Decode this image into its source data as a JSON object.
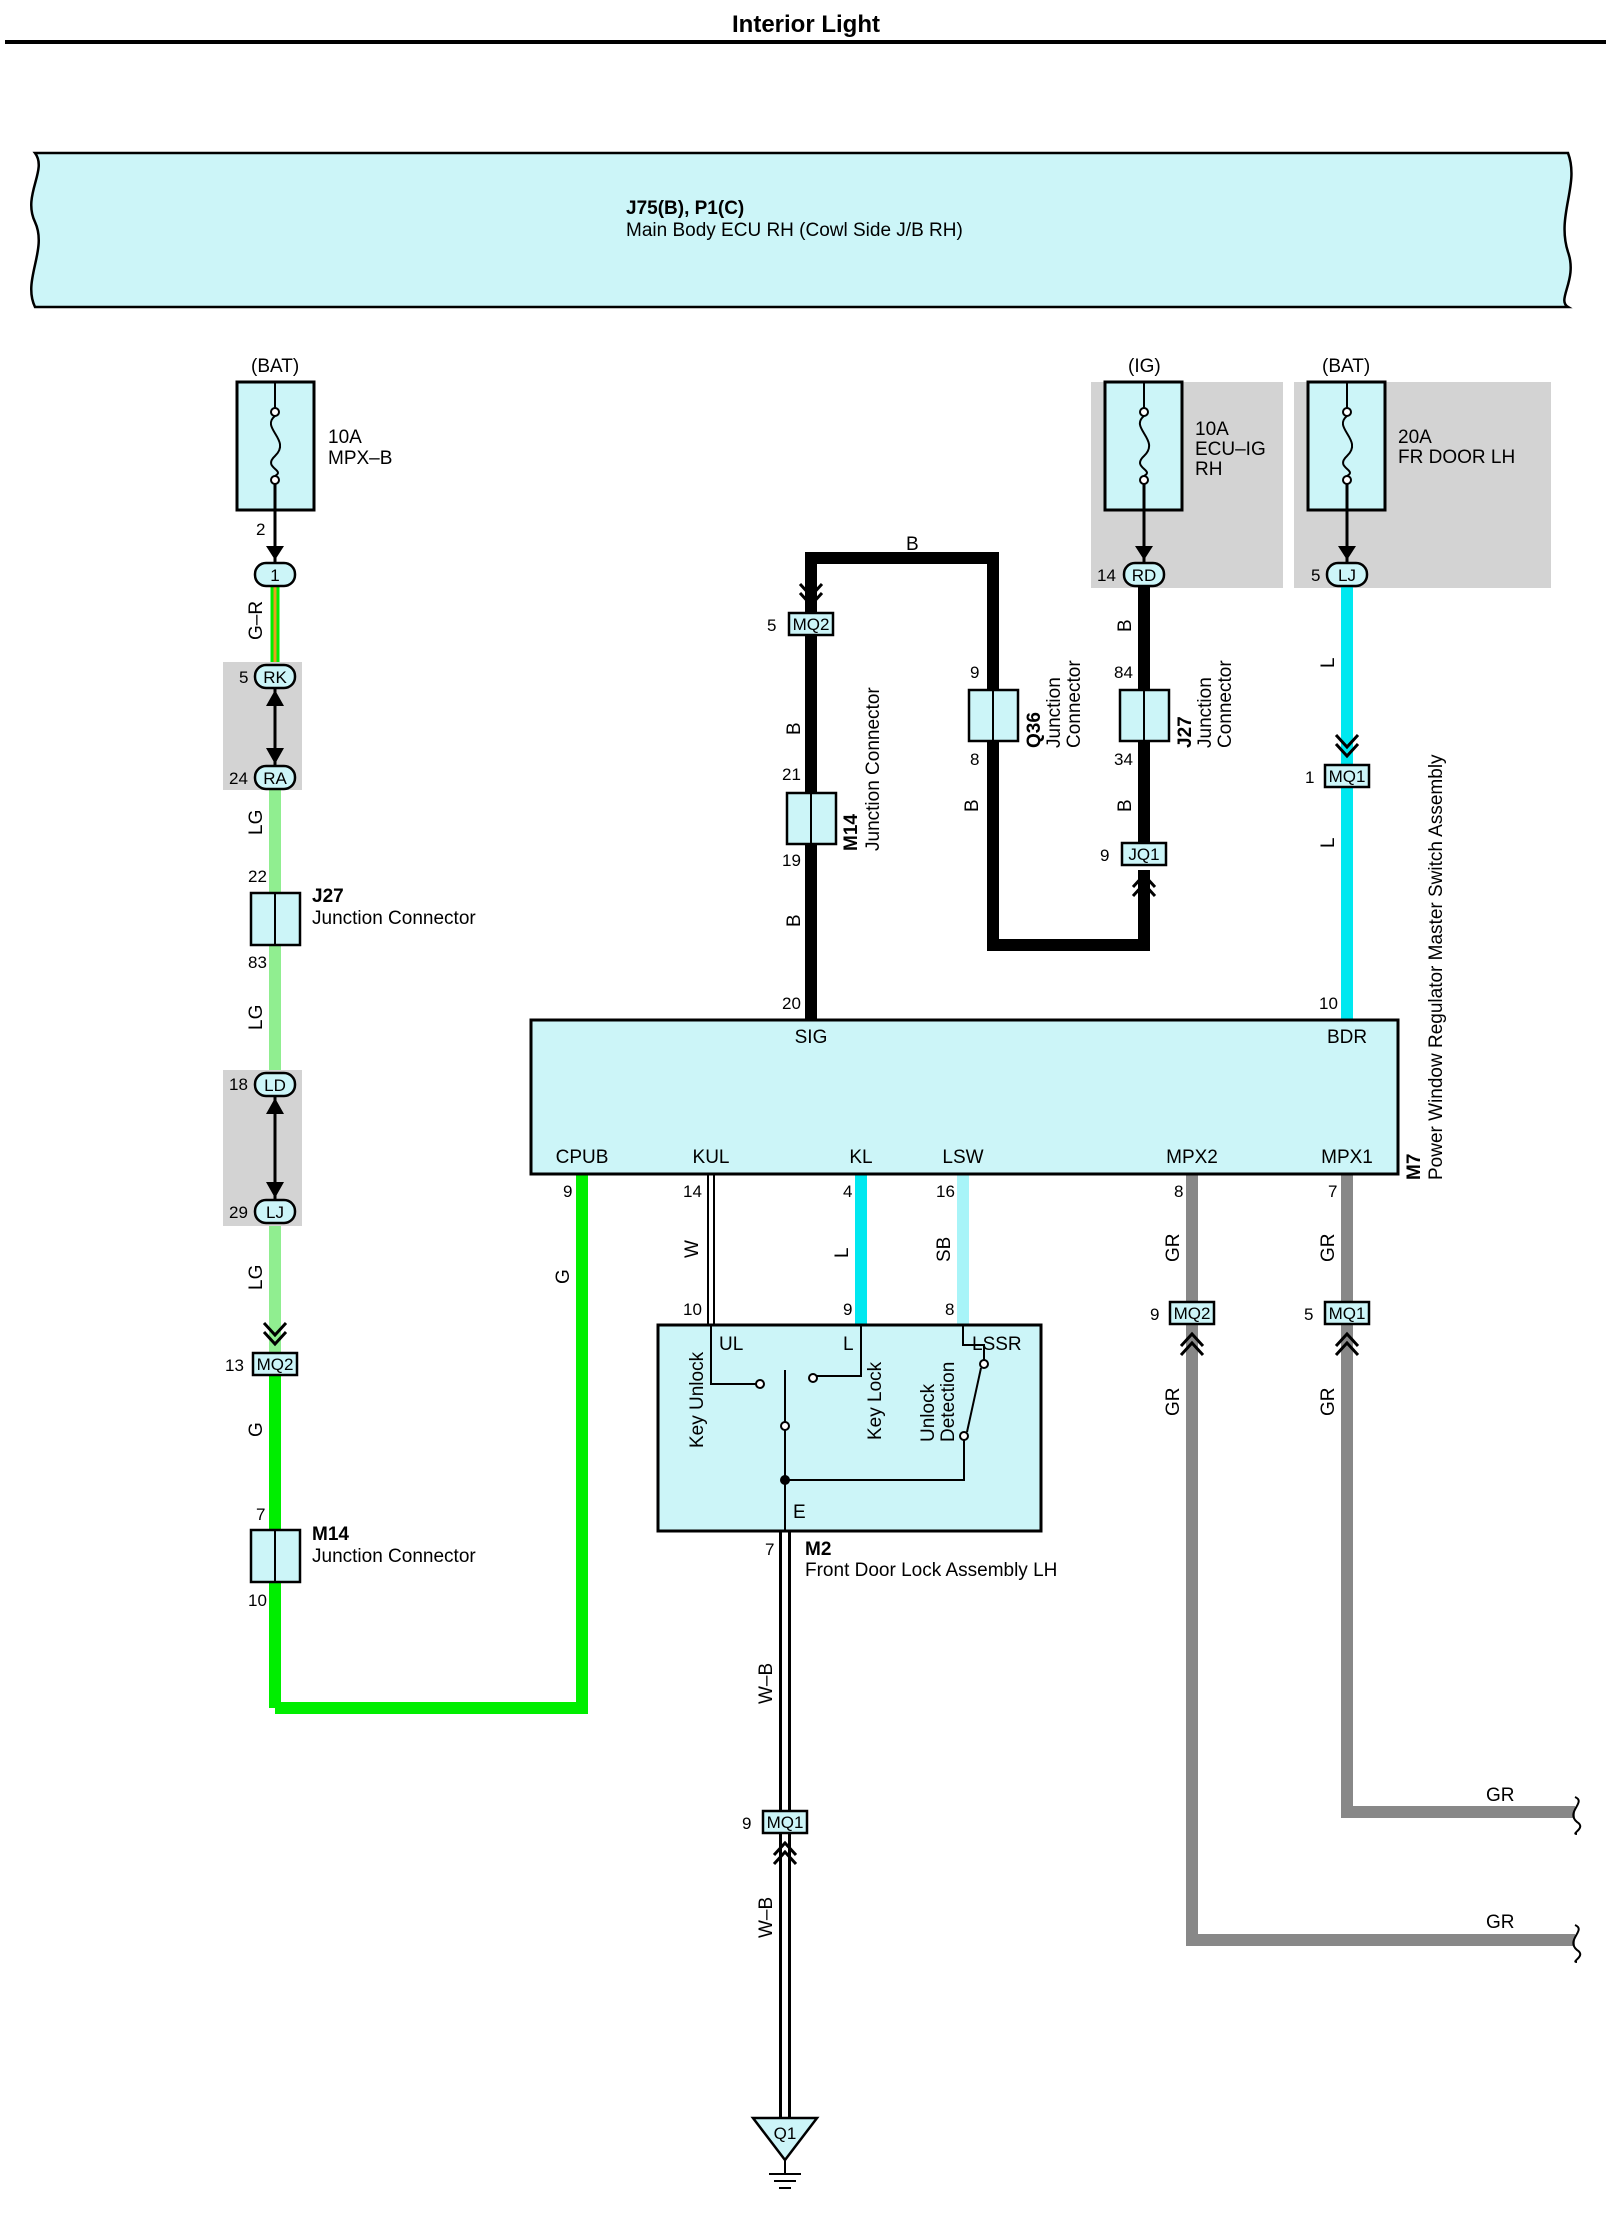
{
  "title": "Interior Light",
  "colors": {
    "wire_b": "#000000",
    "wire_lg": "#90ee90",
    "wire_g": "#00ee00",
    "wire_l": "#00e8f0",
    "wire_sb": "#a8f4f8",
    "wire_gr": "#888888",
    "wire_w": "#ffffff",
    "wire_gr_stripe": "#e8a020",
    "component_fill": "#ccf5f8",
    "highlight_fill": "#d3d3d3"
  },
  "ecu": {
    "codes": "J75(B), P1(C)",
    "name": "Main Body ECU RH (Cowl Side J/B RH)"
  },
  "fuses": [
    {
      "supply": "(BAT)",
      "amp": "10A",
      "name_lines": [
        "MPX–B"
      ]
    },
    {
      "supply": "(IG)",
      "amp": "10A",
      "name_lines": [
        "ECU–IG",
        "RH"
      ]
    },
    {
      "supply": "(BAT)",
      "amp": "20A",
      "name_lines": [
        "FR DOOR LH"
      ]
    }
  ],
  "connectors": {
    "c1": "1",
    "rk": "RK",
    "ra": "RA",
    "ld": "LD",
    "lj_left": "LJ",
    "mq2_left": "MQ2",
    "mq2_top": "MQ2",
    "rd": "RD",
    "lj_right": "LJ",
    "mq1_right": "MQ1",
    "jq1": "JQ1",
    "mq2_low": "MQ2",
    "mq1_low": "MQ1",
    "mq1_bottom": "MQ1",
    "q1": "Q1"
  },
  "pins": {
    "fuse1_out": "2",
    "rk": "5",
    "ra": "24",
    "j27l_in": "22",
    "j27l_out": "83",
    "ld": "18",
    "lj_left": "29",
    "mq2_left": "13",
    "m14l_in": "7",
    "m14l_out": "10",
    "mq2_top": "5",
    "m14c_in": "21",
    "m14c_out": "19",
    "m7_sig": "20",
    "q36_in": "9",
    "q36_out": "8",
    "rd": "14",
    "j27r_in": "84",
    "j27r_out": "34",
    "jq1": "9",
    "lj_right": "5",
    "mq1_right": "1",
    "m7_bdr": "10",
    "cpub": "9",
    "kul": "14",
    "kl": "4",
    "lsw": "16",
    "mpx2": "8",
    "mpx1": "7",
    "m2_ul": "10",
    "m2_l": "9",
    "m2_lssr": "8",
    "m2_e": "7",
    "mq2_low": "9",
    "mq1_low": "5",
    "mq1_bottom": "9"
  },
  "wires": {
    "gr_orange": "G–R",
    "lg_1": "LG",
    "lg_2": "LG",
    "lg_3": "LG",
    "g_left": "G",
    "b_top": "B",
    "b_1": "B",
    "b_2": "B",
    "b_3": "B",
    "b_4": "B",
    "b_5": "B",
    "l_1": "L",
    "l_2": "L",
    "g_cpub": "G",
    "w_kul": "W",
    "l_kl": "L",
    "sb_lsw": "SB",
    "gr_1": "GR",
    "gr_2": "GR",
    "gr_3": "GR",
    "gr_4": "GR",
    "gr_5": "GR",
    "gr_6": "GR",
    "wb_1": "W–B",
    "wb_2": "W–B"
  },
  "junctions": {
    "j27_left": {
      "code": "J27",
      "name": "Junction Connector"
    },
    "m14_left": {
      "code": "M14",
      "name": "Junction Connector"
    },
    "m14_center": {
      "code": "M14",
      "name": "Junction Connector"
    },
    "q36": {
      "code": "Q36",
      "name_lines": [
        "Junction",
        "Connector"
      ]
    },
    "j27_right": {
      "code": "J27",
      "name_lines": [
        "Junction",
        "Connector"
      ]
    }
  },
  "m7": {
    "code": "M7",
    "name": "Power Window Regulator Master Switch Assembly",
    "terminals": {
      "sig": "SIG",
      "bdr": "BDR",
      "cpub": "CPUB",
      "kul": "KUL",
      "kl": "KL",
      "lsw": "LSW",
      "mpx2": "MPX2",
      "mpx1": "MPX1"
    }
  },
  "m2": {
    "code": "M2",
    "name": "Front Door Lock Assembly LH",
    "terminals": {
      "ul": "UL",
      "l": "L",
      "lssr": "LSSR",
      "e": "E"
    },
    "switches": {
      "key_unlock": "Key Unlock",
      "key_lock": "Key Lock",
      "unlock_detection": [
        "Unlock",
        "Detection"
      ]
    }
  }
}
